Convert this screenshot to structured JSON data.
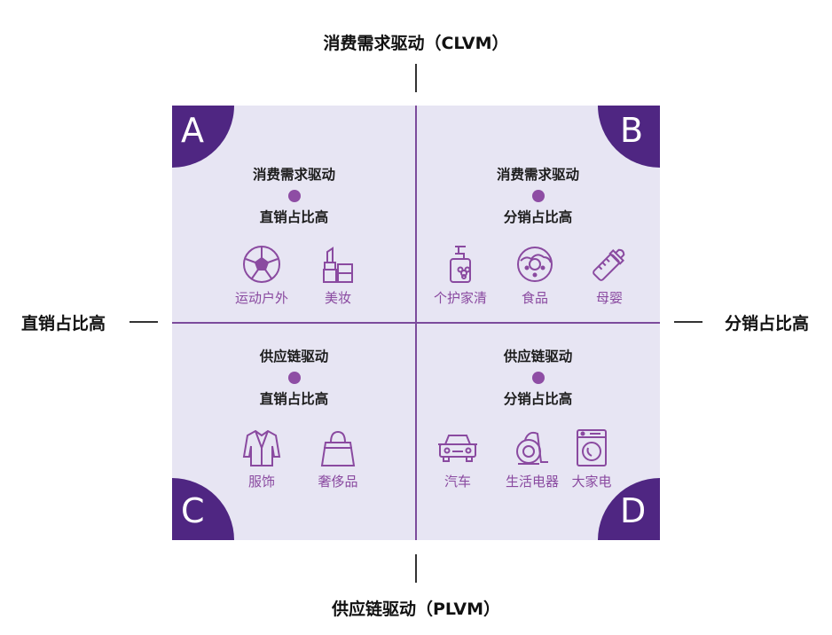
{
  "axes": {
    "top": "消费需求驱动（CLVM）",
    "bottom": "供应链驱动（PLVM）",
    "left": "直销占比高",
    "right": "分销占比高"
  },
  "colors": {
    "background": "#e7e5f3",
    "corner": "#4f2682",
    "accent": "#8a4aa0",
    "divider": "#7c4b9c"
  },
  "quadrants": {
    "a": {
      "letter": "A",
      "driver": "消费需求驱动",
      "channel": "直销占比高",
      "items": [
        {
          "label": "运动户外",
          "icon": "soccer-ball-icon"
        },
        {
          "label": "美妆",
          "icon": "lipstick-icon"
        }
      ]
    },
    "b": {
      "letter": "B",
      "driver": "消费需求驱动",
      "channel": "分销占比高",
      "items": [
        {
          "label": "个护家清",
          "icon": "soap-bottle-icon"
        },
        {
          "label": "食品",
          "icon": "donut-icon"
        },
        {
          "label": "母婴",
          "icon": "baby-bottle-icon"
        }
      ]
    },
    "c": {
      "letter": "C",
      "driver": "供应链驱动",
      "channel": "直销占比高",
      "items": [
        {
          "label": "服饰",
          "icon": "coat-icon"
        },
        {
          "label": "奢侈品",
          "icon": "handbag-icon"
        }
      ]
    },
    "d": {
      "letter": "D",
      "driver": "供应链驱动",
      "channel": "分销占比高",
      "items": [
        {
          "label": "汽车",
          "icon": "car-icon"
        },
        {
          "label": "生活电器",
          "icon": "vacuum-cleaner-icon"
        },
        {
          "label": "大家电",
          "icon": "washing-machine-icon"
        }
      ]
    }
  }
}
